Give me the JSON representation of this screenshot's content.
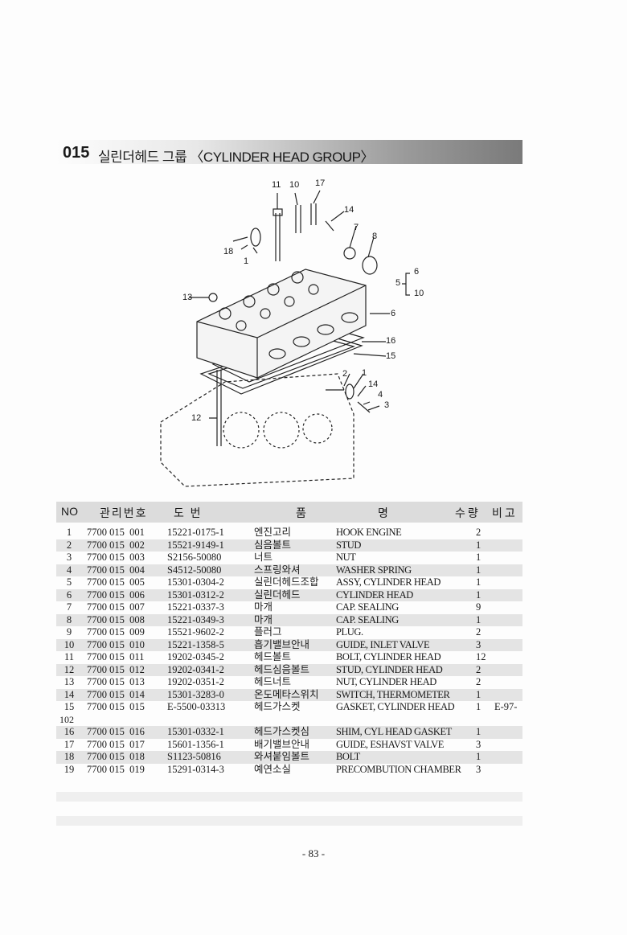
{
  "title": {
    "number": "015",
    "text": "실린더헤드 그룹 〈CYLINDER HEAD GROUP〉"
  },
  "diagram": {
    "callouts": [
      "11",
      "10",
      "17",
      "14",
      "7",
      "8",
      "18",
      "1",
      "6",
      "5",
      "10",
      "13",
      "6",
      "16",
      "15",
      "2",
      "1",
      "14",
      "4",
      "3",
      "12"
    ]
  },
  "table": {
    "headers": [
      "NO",
      "관리번호",
      "도  번",
      "품",
      "명",
      "수량",
      "비고"
    ],
    "rows": [
      [
        "1",
        "7700 015  001",
        "15221-0175-1",
        "엔진고리",
        "HOOK ENGINE",
        "2",
        ""
      ],
      [
        "2",
        "7700 015  002",
        "15521-9149-1",
        "심음볼트",
        "STUD",
        "1",
        ""
      ],
      [
        "3",
        "7700 015  003",
        "S2156-50080",
        "너트",
        "NUT",
        "1",
        ""
      ],
      [
        "4",
        "7700 015  004",
        "S4512-50080",
        "스프링와셔",
        "WASHER SPRING",
        "1",
        ""
      ],
      [
        "5",
        "7700 015  005",
        "15301-0304-2",
        "실린더헤드조합",
        "ASSY, CYLINDER HEAD",
        "1",
        ""
      ],
      [
        "6",
        "7700 015  006",
        "15301-0312-2",
        "실린더헤드",
        "CYLINDER HEAD",
        "1",
        ""
      ],
      [
        "7",
        "7700 015  007",
        "15221-0337-3",
        "마개",
        "CAP. SEALING",
        "9",
        ""
      ],
      [
        "8",
        "7700 015  008",
        "15221-0349-3",
        "마개",
        "CAP. SEALING",
        "1",
        ""
      ],
      [
        "9",
        "7700 015  009",
        "15521-9602-2",
        "플러그",
        "PLUG.",
        "2",
        ""
      ],
      [
        "10",
        "7700 015  010",
        "15221-1358-5",
        "흡기밸브안내",
        "GUIDE, INLET VALVE",
        "3",
        ""
      ],
      [
        "11",
        "7700 015  011",
        "19202-0345-2",
        "헤드볼트",
        "BOLT, CYLINDER HEAD",
        "12",
        ""
      ],
      [
        "12",
        "7700 015  012",
        "19202-0341-2",
        "헤드심음볼트",
        "STUD, CYLINDER HEAD",
        "2",
        ""
      ],
      [
        "13",
        "7700 015  013",
        "19202-0351-2",
        "헤드너트",
        "NUT, CYLINDER HEAD",
        "2",
        ""
      ],
      [
        "14",
        "7700 015  014",
        "15301-3283-0",
        "온도메타스위치",
        "SWITCH, THERMOMETER",
        "1",
        ""
      ],
      [
        "15",
        "7700 015  015",
        "E-5500-03313",
        "헤드가스켓",
        "GASKET, CYLINDER HEAD",
        "1",
        "E-97-"
      ],
      [
        "16",
        "7700 015  016",
        "15301-0332-1",
        "헤드가스켓심",
        "SHIM, CYL HEAD GASKET",
        "1",
        ""
      ],
      [
        "17",
        "7700 015  017",
        "15601-1356-1",
        "배기밸브안내",
        "GUIDE, ESHAVST VALVE",
        "3",
        ""
      ],
      [
        "18",
        "7700 015  018",
        "S1123-50816",
        "와셔붙임볼트",
        "BOLT",
        "1",
        ""
      ],
      [
        "19",
        "7700 015  019",
        "15291-0314-3",
        "예연소실",
        "PRECOMBUTION CHAMBER",
        "3",
        ""
      ]
    ],
    "wrap_after_15": "102"
  },
  "page_number": "- 83 -"
}
